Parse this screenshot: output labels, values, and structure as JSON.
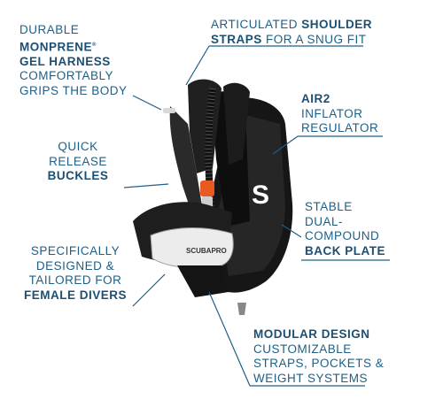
{
  "callouts": {
    "harness": {
      "line1": "DURABLE",
      "line2": "MONPRENE",
      "reg": "®",
      "line3": "GEL HARNESS",
      "line4": "COMFORTABLY",
      "line5": "GRIPS THE BODY"
    },
    "shoulder": {
      "line1_normal": "ARTICULATED ",
      "line1_bold": "SHOULDER",
      "line2_bold": "STRAPS",
      "line2_normal": " FOR A SNUG FIT"
    },
    "inflator": {
      "line1": "AIR2",
      "line2": "INFLATOR",
      "line3": "REGULATOR"
    },
    "buckles": {
      "line1": "QUICK",
      "line2": "RELEASE",
      "line3": "BUCKLES"
    },
    "backplate": {
      "line1": "STABLE",
      "line2": "DUAL-",
      "line3": "COMPOUND",
      "line4": "BACK PLATE"
    },
    "female": {
      "line1": "SPECIFICALLY",
      "line2": "DESIGNED &",
      "line3": "TAILORED FOR",
      "line4": "FEMALE DIVERS"
    },
    "modular": {
      "line1": "MODULAR DESIGN",
      "line2": "CUSTOMIZABLE",
      "line3": "STRAPS, POCKETS &",
      "line4": "WEIGHT SYSTEMS"
    }
  },
  "product": {
    "brand_text": "SCUBAPRO",
    "logo_letter": "S"
  },
  "colors": {
    "label_blue": "#1d5f86",
    "line_blue": "#1d5f86",
    "vest_black": "#1a1a1a"
  }
}
